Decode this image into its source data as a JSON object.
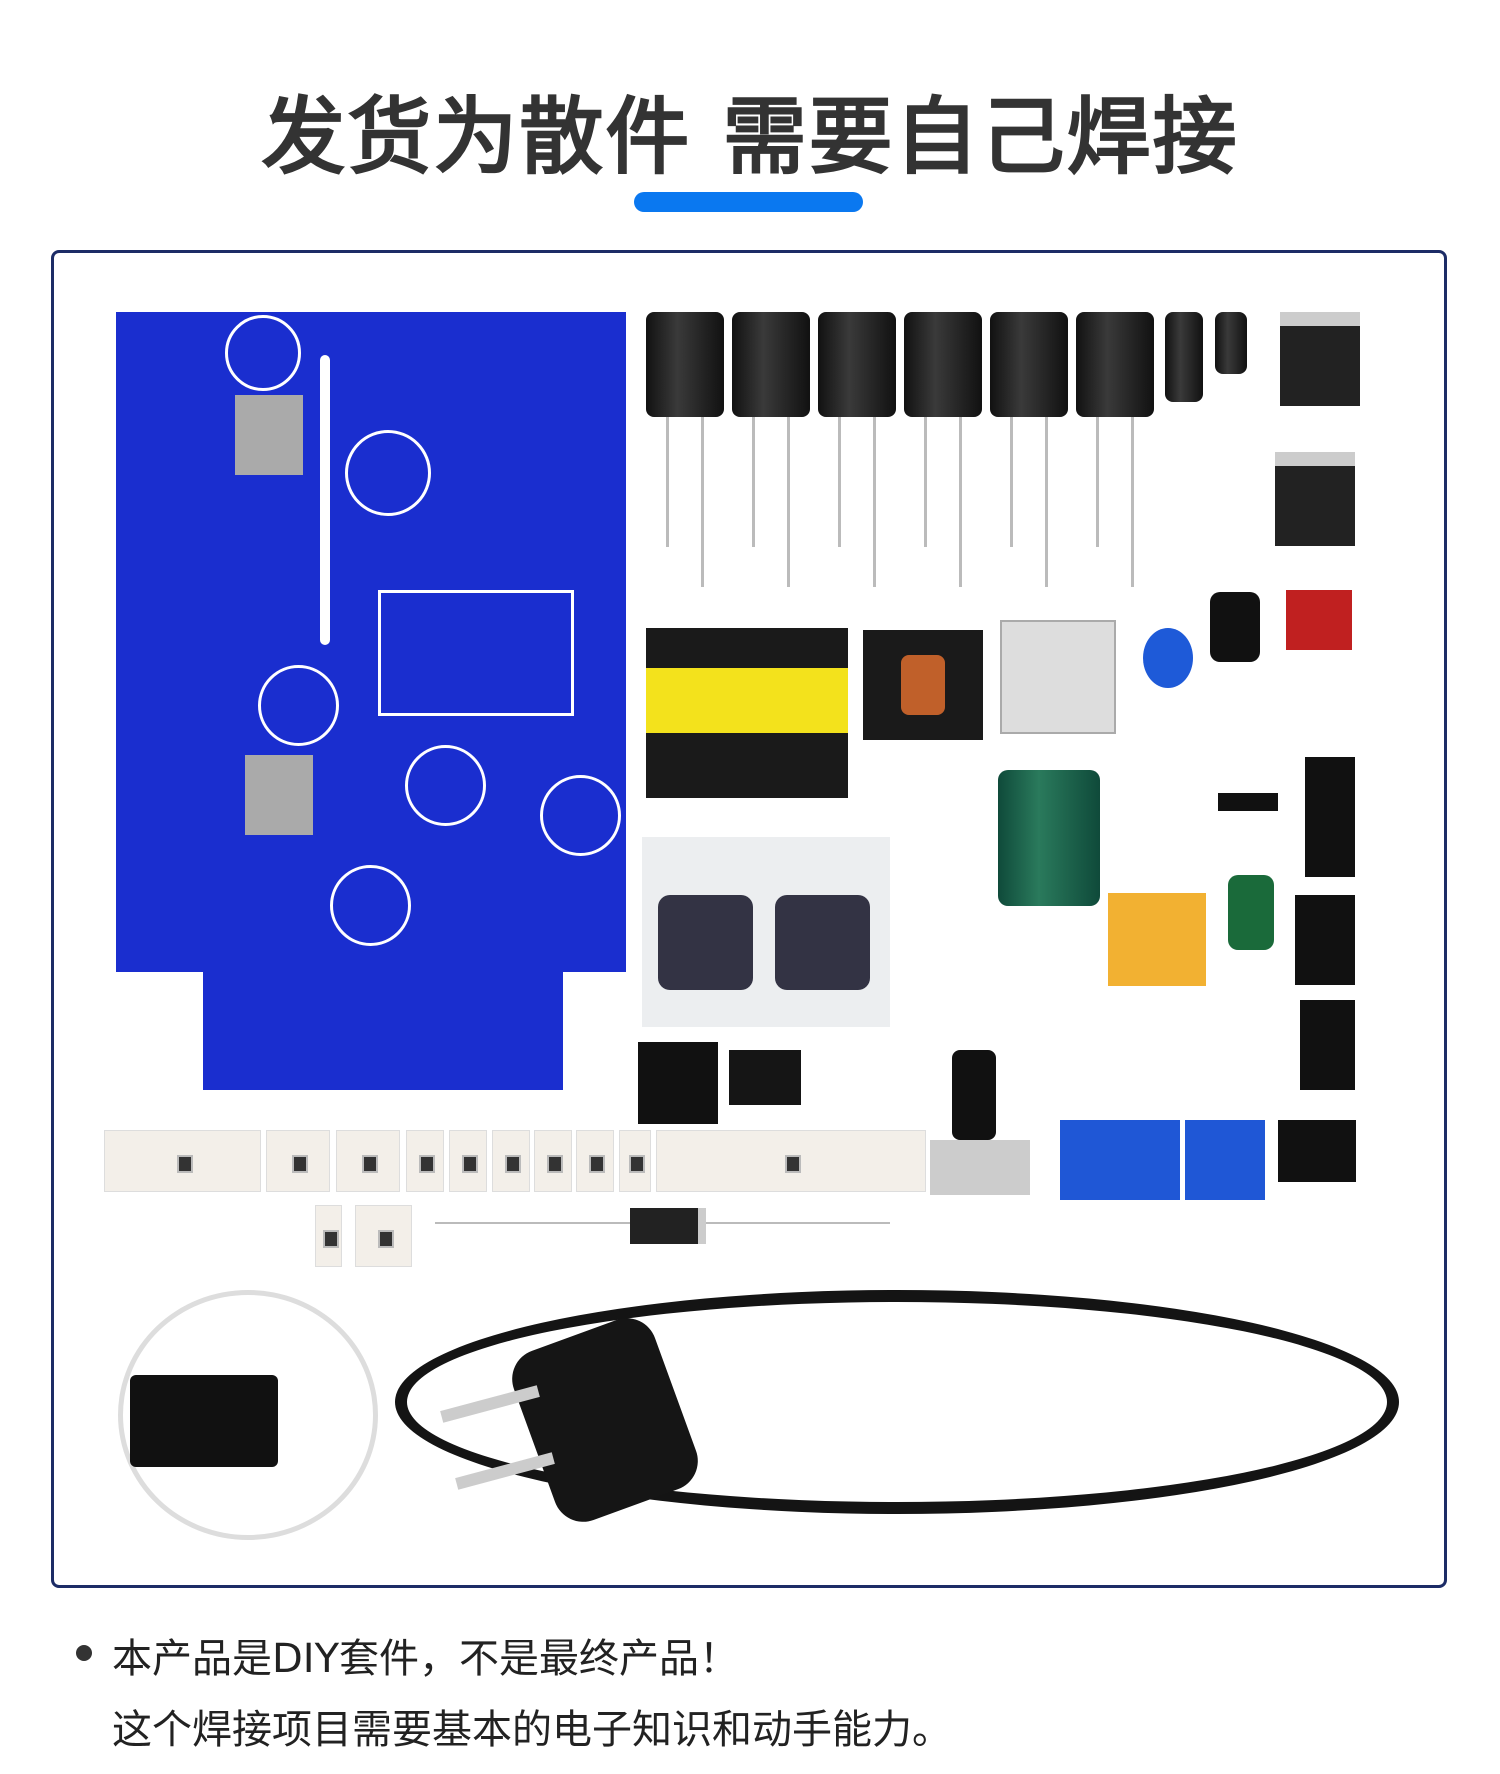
{
  "header": {
    "title": "发货为散件 需要自己焊接",
    "accent_color": "#0a78f0"
  },
  "product_photo": {
    "frame_color": "#1c2c66",
    "pcb_color": "#1a2ecf"
  },
  "notes": {
    "line1": "本产品是DIY套件，不是最终产品！",
    "line2": "这个焊接项目需要基本的电子知识和动手能力。"
  }
}
